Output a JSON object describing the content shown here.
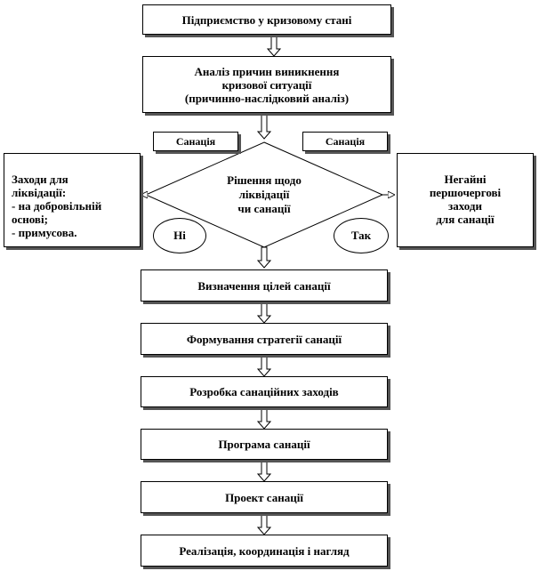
{
  "steps": {
    "s1": "Підприємство у кризовому стані",
    "s2": "Аналіз причин виникнення\nкризової ситуації\n(причинно-наслідковий аналіз)",
    "decision": "Рішення щодо\nліквідації\nчи санації",
    "left_label": "Санація",
    "right_label": "Санація",
    "left_side": "Заходи для\nліквідації:\n- на добровільній\nоснові;\n- примусова.",
    "right_side": "Негайні\nпершочергові\nзаходи\nдля санації",
    "no": "Ні",
    "yes": "Так",
    "s3": "Визначення цілей санації",
    "s4": "Формування стратегії санації",
    "s5": "Розробка санаційних заходів",
    "s6": "Програма санації",
    "s7": "Проект санації",
    "s8": "Реалізація, координація і нагляд"
  }
}
